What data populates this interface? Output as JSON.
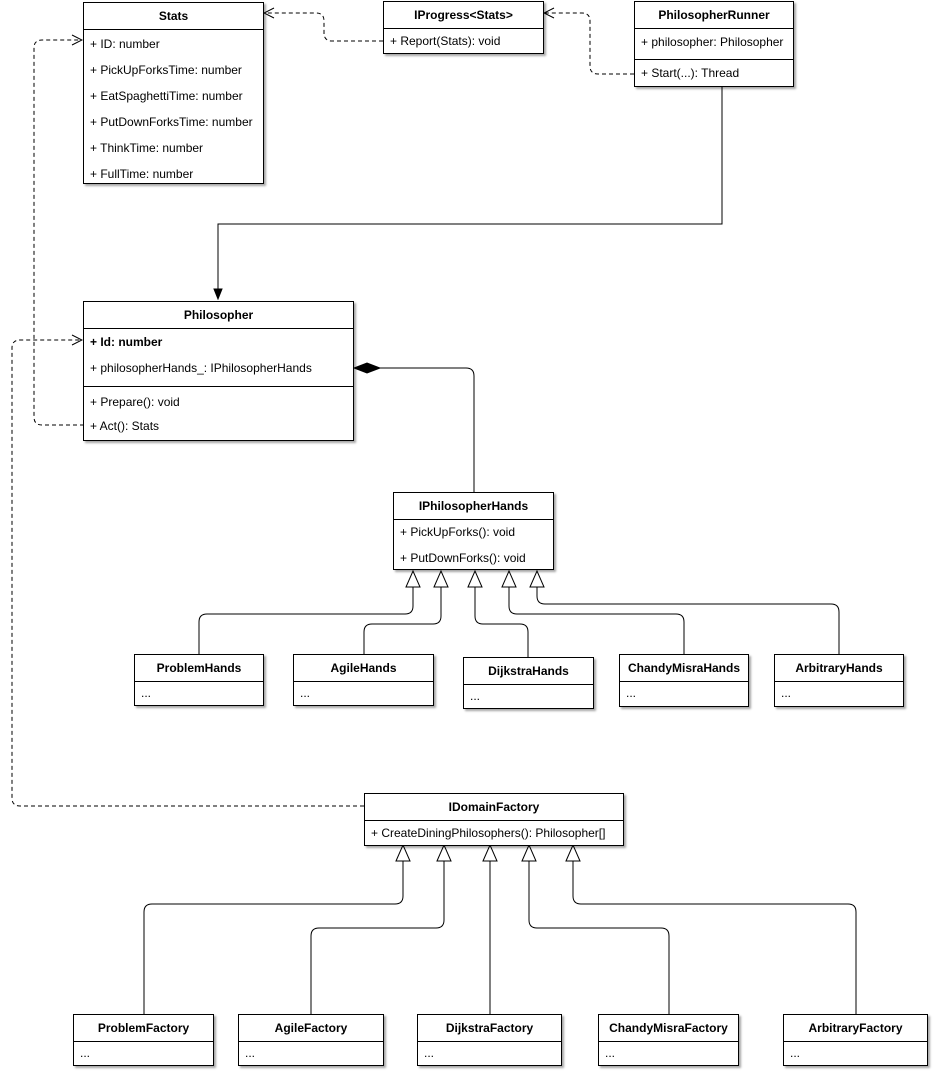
{
  "classes": {
    "stats": {
      "name": "Stats",
      "attributes": [
        "+ ID: number",
        "+ PickUpForksTime: number",
        "+ EatSpaghettiTime: number",
        "+ PutDownForksTime: number",
        "+ ThinkTime: number",
        "+ FullTime: number"
      ]
    },
    "iprogress": {
      "name": "IProgress<Stats>",
      "methods": [
        "+ Report(Stats): void"
      ]
    },
    "runner": {
      "name": "PhilosopherRunner",
      "attributes": [
        "+ philosopher: Philosopher"
      ],
      "methods": [
        "+ Start(...): Thread"
      ]
    },
    "philosopher": {
      "name": "Philosopher",
      "attributes": [
        "+ Id: number",
        "+ philosopherHands_: IPhilosopherHands"
      ],
      "methods": [
        "+ Prepare(): void",
        "+ Act(): Stats"
      ]
    },
    "hands": {
      "name": "IPhilosopherHands",
      "methods": [
        "+ PickUpForks(): void",
        "+ PutDownForks(): void"
      ]
    },
    "problemHands": {
      "name": "ProblemHands",
      "body": "..."
    },
    "agileHands": {
      "name": "AgileHands",
      "body": "..."
    },
    "dijkstraHands": {
      "name": "DijkstraHands",
      "body": "..."
    },
    "chandyHands": {
      "name": "ChandyMisraHands",
      "body": "..."
    },
    "arbitraryHands": {
      "name": "ArbitraryHands",
      "body": "..."
    },
    "factory": {
      "name": "IDomainFactory",
      "methods": [
        "+ CreateDiningPhilosophers(): Philosopher[]"
      ]
    },
    "problemFactory": {
      "name": "ProblemFactory",
      "body": "..."
    },
    "agileFactory": {
      "name": "AgileFactory",
      "body": "..."
    },
    "dijkstraFactory": {
      "name": "DijkstraFactory",
      "body": "..."
    },
    "chandyFactory": {
      "name": "ChandyMisraFactory",
      "body": "..."
    },
    "arbitraryFactory": {
      "name": "ArbitraryFactory",
      "body": "..."
    }
  },
  "colors": {
    "line": "#000000",
    "background": "#ffffff"
  }
}
